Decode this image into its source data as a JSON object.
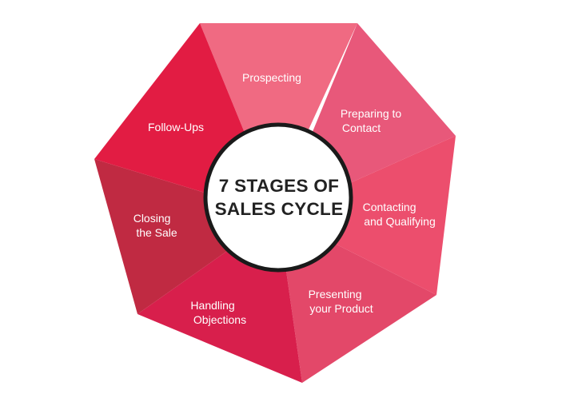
{
  "diagram": {
    "center": {
      "line1": "7 STAGES OF",
      "line2": "SALES CYCLE",
      "fill": "#ffffff",
      "border": "#1a1a1a"
    },
    "segments": [
      {
        "id": "prospecting",
        "lines": [
          "Prospecting"
        ],
        "color": "#f06a82"
      },
      {
        "id": "preparing",
        "lines": [
          "Preparing to",
          "Contact"
        ],
        "color": "#e8587a"
      },
      {
        "id": "contacting",
        "lines": [
          "Contacting",
          "and Qualifying"
        ],
        "color": "#ec4e6d"
      },
      {
        "id": "presenting",
        "lines": [
          "Presenting",
          "your Product"
        ],
        "color": "#e34869"
      },
      {
        "id": "objections",
        "lines": [
          "Handling",
          "Objections"
        ],
        "color": "#d81f4c"
      },
      {
        "id": "closing",
        "lines": [
          "Closing",
          "the Sale"
        ],
        "color": "#c02a42"
      },
      {
        "id": "followups",
        "lines": [
          "Follow-Ups"
        ],
        "color": "#e21c43"
      }
    ]
  }
}
